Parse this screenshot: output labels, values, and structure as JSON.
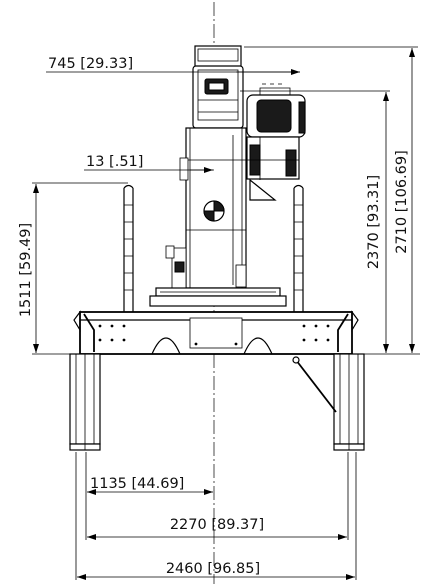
{
  "dimensions": {
    "top_width": "745  [29.33]",
    "offset": "13  [.51]",
    "left_height": "1511  [59.49]",
    "height_mid": "2370  [93.31]",
    "height_total": "2710  [106.69]",
    "half_span": "1135  [44.69]",
    "span_inner": "2270  [89.37]",
    "span_outer": "2460  [96.85]"
  },
  "colors": {
    "line": "#000000",
    "background": "#ffffff"
  }
}
